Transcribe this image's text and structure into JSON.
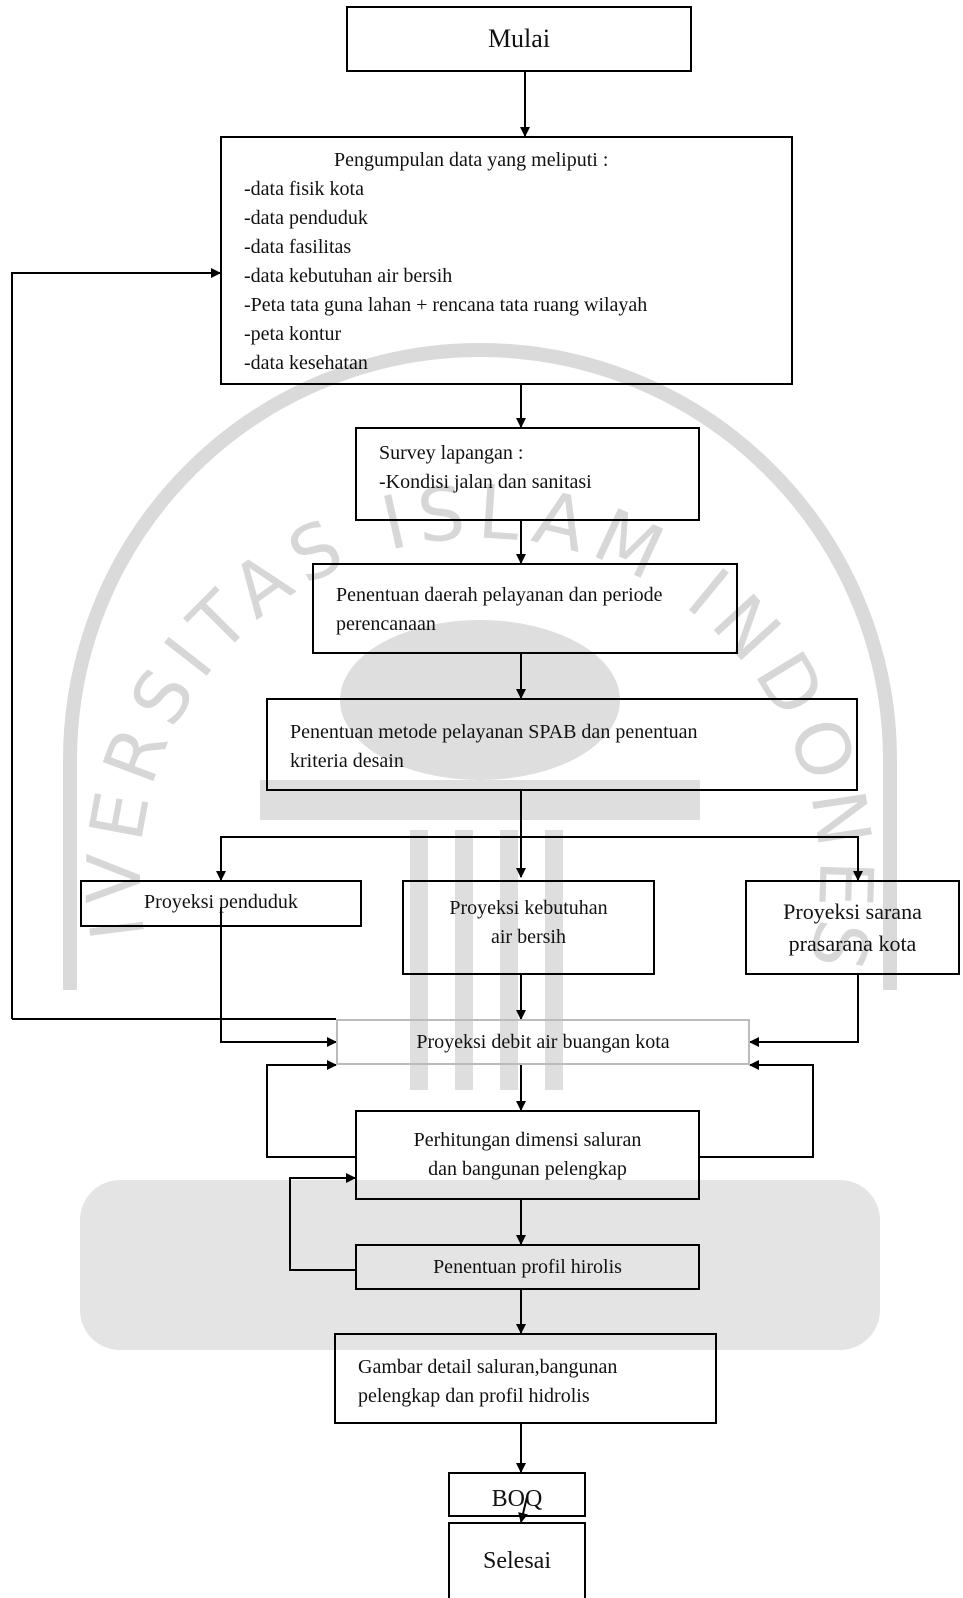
{
  "nodes": {
    "mulai": "Mulai",
    "pengumpulan": {
      "title": "Pengumpulan data yang meliputi :",
      "items": [
        "-data fisik kota",
        "-data penduduk",
        "-data fasilitas",
        "-data kebutuhan air bersih",
        "-Peta tata guna lahan + rencana tata ruang wilayah",
        "-peta kontur",
        "-data kesehatan"
      ]
    },
    "survey": [
      "Survey lapangan :",
      "-Kondisi jalan dan sanitasi"
    ],
    "daerah": [
      "Penentuan daerah pelayanan dan periode",
      "perencanaan"
    ],
    "metode": [
      "Penentuan metode pelayanan SPAB dan penentuan",
      "kriteria desain"
    ],
    "proyeksi_penduduk": "Proyeksi penduduk",
    "proyeksi_kebutuhan": [
      "Proyeksi kebutuhan",
      "air bersih"
    ],
    "proyeksi_sarana": [
      "Proyeksi sarana",
      "prasarana kota"
    ],
    "debit": "Proyeksi debit air buangan kota",
    "perhitungan": [
      "Perhitungan dimensi saluran",
      "dan bangunan pelengkap"
    ],
    "profil": "Penentuan profil hirolis",
    "gambar": [
      "Gambar detail saluran,bangunan",
      "pelengkap dan profil hidrolis"
    ],
    "boq": "BOQ",
    "selesai": "Selesai"
  },
  "watermark": {
    "text": "UNIVERSITAS ISLAM INDONESIA",
    "color": "#d9d9d9"
  }
}
